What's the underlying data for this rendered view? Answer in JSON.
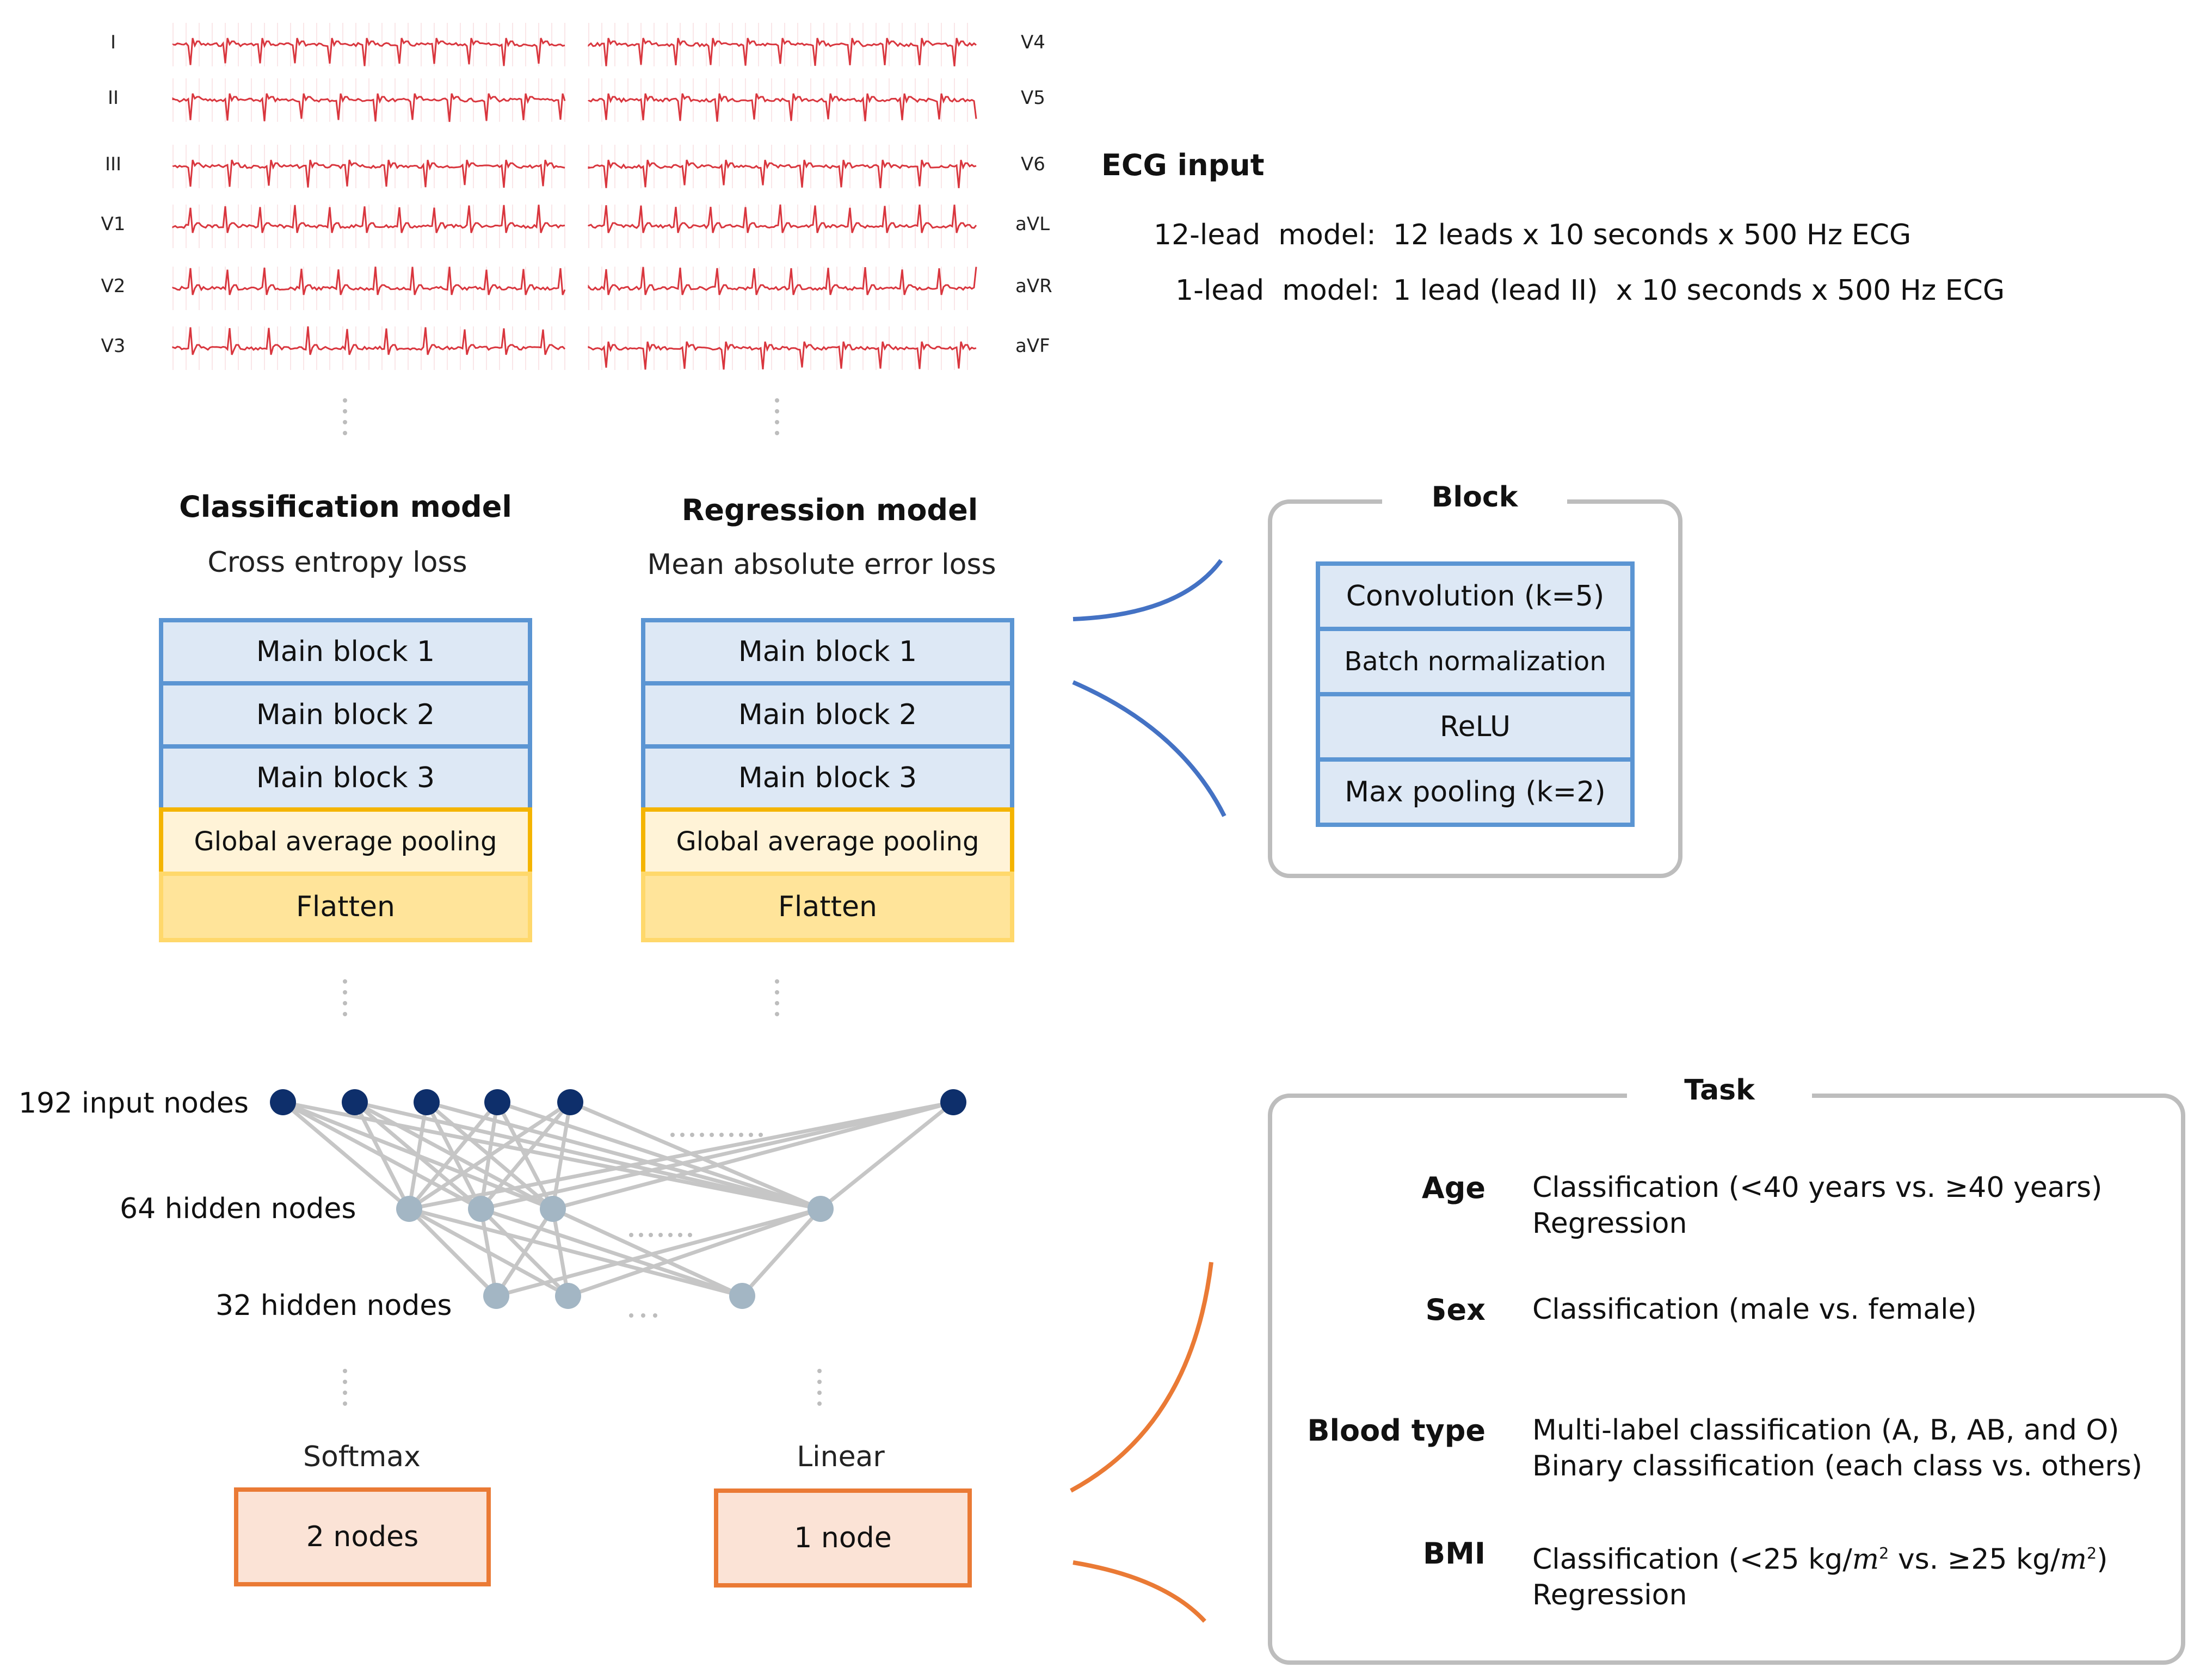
{
  "colors": {
    "blue_border": "#5b95d3",
    "blue_fill": "#dde8f5",
    "gap_border": "#f4b400",
    "gap_fill": "#fff3d7",
    "flatten_border": "#ffd86b",
    "flatten_fill": "#ffe49a",
    "orange_border": "#ea7a35",
    "orange_fill": "#fbe3d6",
    "ecg_trace": "#d9363e",
    "ecg_grid": "#f3c9cc",
    "input_node": "#0e2f6b",
    "hidden_node": "#a3b6c4",
    "edge": "#c6c6c6",
    "frame": "#bdbdbd",
    "connector_blue": "#4472c4",
    "connector_orange": "#ea7a35"
  },
  "ecg": {
    "leads_left": [
      "I",
      "II",
      "III",
      "V1",
      "V2",
      "V3"
    ],
    "leads_right": [
      "V4",
      "V5",
      "V6",
      "aVL",
      "aVR",
      "aVF"
    ],
    "title": "ECG input",
    "line1_name": "12-lead  model:",
    "line1_desc": "12 leads x 10 seconds x 500 Hz ECG",
    "line2_name": "1-lead  model:",
    "line2_desc": "1 lead (lead II)  x 10 seconds x 500 Hz ECG"
  },
  "classification": {
    "title": "Classification model",
    "loss": "Cross entropy loss",
    "blocks": [
      "Main block 1",
      "Main block 2",
      "Main block 3"
    ],
    "pooling": "Global average pooling",
    "flatten": "Flatten",
    "activation": "Softmax",
    "output": "2 nodes"
  },
  "regression": {
    "title": "Regression model",
    "loss": "Mean absolute error loss",
    "blocks": [
      "Main block 1",
      "Main block 2",
      "Main block 3"
    ],
    "pooling": "Global average pooling",
    "flatten": "Flatten",
    "activation": "Linear",
    "output": "1 node"
  },
  "block": {
    "title": "Block",
    "layers": [
      "Convolution (k=5)",
      "Batch normalization",
      "ReLU",
      "Max pooling (k=2)"
    ]
  },
  "network": {
    "input_label": "192 input nodes",
    "hidden1_label": "64 hidden nodes",
    "hidden2_label": "32 hidden nodes",
    "input_ellipsis": "··········",
    "hidden1_ellipsis": "·······",
    "hidden2_ellipsis": "···"
  },
  "task": {
    "title": "Task",
    "rows": [
      {
        "label": "Age",
        "lines": [
          "Classification (<40 years vs. ≥40 years)",
          "Regression"
        ]
      },
      {
        "label": "Sex",
        "lines": [
          "Classification (male vs. female)"
        ]
      },
      {
        "label": "Blood type",
        "lines": [
          "Multi-label classification (A, B, AB, and O)",
          "Binary classification (each class vs. others)"
        ]
      },
      {
        "label": "BMI",
        "line1_a": "Classification (<25 kg/",
        "line1_m": "m",
        "line1_exp": "2",
        "line1_b": " vs. ≥25 kg/",
        "line1_m2": "m",
        "line1_exp2": "2",
        "line1_c": ")",
        "lines_rest": [
          "Regression"
        ]
      }
    ]
  }
}
